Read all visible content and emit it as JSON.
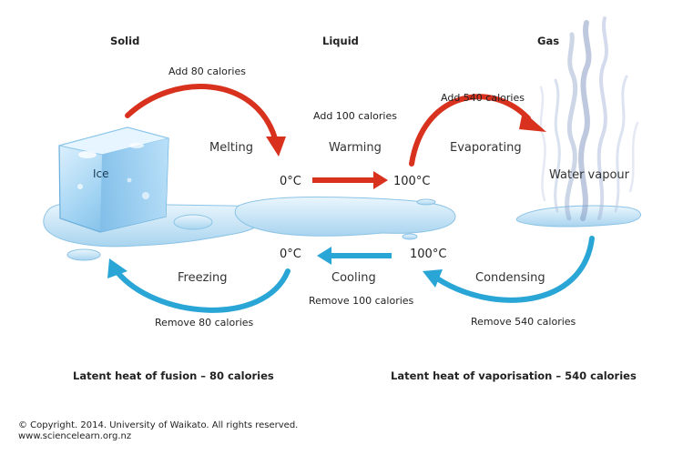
{
  "headers": {
    "solid": "Solid",
    "liquid": "Liquid",
    "gas": "Gas"
  },
  "steps": {
    "melting": "Melting",
    "warming": "Warming",
    "evaporating": "Evaporating",
    "freezing": "Freezing",
    "cooling": "Cooling",
    "condensing": "Condensing"
  },
  "energy": {
    "add_80": "Add 80 calories",
    "add_100": "Add 100 calories",
    "add_540": "Add 540 calories",
    "remove_80": "Remove 80 calories",
    "remove_100": "Remove 100 calories",
    "remove_540": "Remove 540 calories"
  },
  "temperatures": {
    "zero_top": "0°C",
    "hundred_top": "100°C",
    "zero_bottom": "0°C",
    "hundred_bottom": "100°C"
  },
  "objects": {
    "ice": "Ice",
    "water_vapour": "Water vapour"
  },
  "latent": {
    "fusion": "Latent heat of fusion – 80 calories",
    "vaporisation": "Latent heat of vaporisation – 540 calories"
  },
  "footer": {
    "copyright": "© Copyright. 2014. University of Waikato. All rights reserved.",
    "url": "www.sciencelearn.org.nz"
  },
  "colors": {
    "heat_arrow": "#d8321f",
    "cool_arrow": "#2aa6d6",
    "ice": "#a9d8f5",
    "water": "#cfe9f9",
    "vapour": "#8fa3c9"
  },
  "icons": {
    "heat": "red-curved-arrow",
    "cool": "blue-curved-arrow",
    "ice": "ice-cube",
    "vapour": "steam-wisps"
  }
}
